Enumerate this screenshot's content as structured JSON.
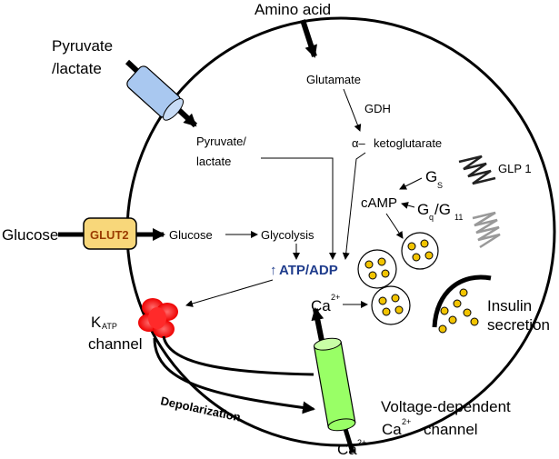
{
  "labels": {
    "amino_acid": "Amino acid",
    "pyruvate_lactate_outer_1": "Pyruvate",
    "pyruvate_lactate_outer_2": "/lactate",
    "glutamate": "Glutamate",
    "gdh": "GDH",
    "alpha": "α–",
    "ketoglutarate": "ketoglutarate",
    "pyruvate_inner_1": "Pyruvate/",
    "pyruvate_inner_2": "lactate",
    "glp1": "GLP 1",
    "gs_main": "G",
    "gs_sub": "S",
    "camp": "cAMP",
    "gq_main": "G",
    "gq_sub": "q",
    "g11_main": "/G",
    "g11_sub": "11",
    "glucose_outer": "Glucose",
    "glut2": "GLUT2",
    "glucose_inner": "Glucose",
    "glycolysis": "Glycolysis",
    "atp_arrow": "↑",
    "atp_adp": "ATP/ADP",
    "katp_k": "K",
    "katp_sub": "ATP",
    "katp_channel": "channel",
    "ca_inner": "Ca",
    "ca_inner_sup": "2+",
    "insulin_1": "Insulin",
    "insulin_2": "secretion",
    "depolarization": "Depolarization",
    "vdcc_1": "Voltage-dependent",
    "vdcc_2_ca": "Ca",
    "vdcc_2_sup": "2+",
    "vdcc_2_channel": "channel",
    "ca_outer": "Ca",
    "ca_outer_sup": "2+"
  },
  "colors": {
    "pyruvate_transporter": "#a9c8f0",
    "glut2": "#f8d77a",
    "katp_channel": "#ff1a1a",
    "vdcc_channel": "#99ff66",
    "atp_adp_text": "#1f3c8c",
    "granule_core": "#f2c400",
    "glp1_receptor_dark": "#222222",
    "glp1_receptor_light": "#999999"
  },
  "icons": {
    "pyruvate_transporter": "transporter-cylinder-icon",
    "glut2": "glut2-transporter-icon",
    "katp": "katp-channel-icon",
    "vdcc": "calcium-channel-cylinder-icon",
    "granule": "insulin-granule-icon",
    "receptor": "gpcr-zigzag-icon"
  }
}
